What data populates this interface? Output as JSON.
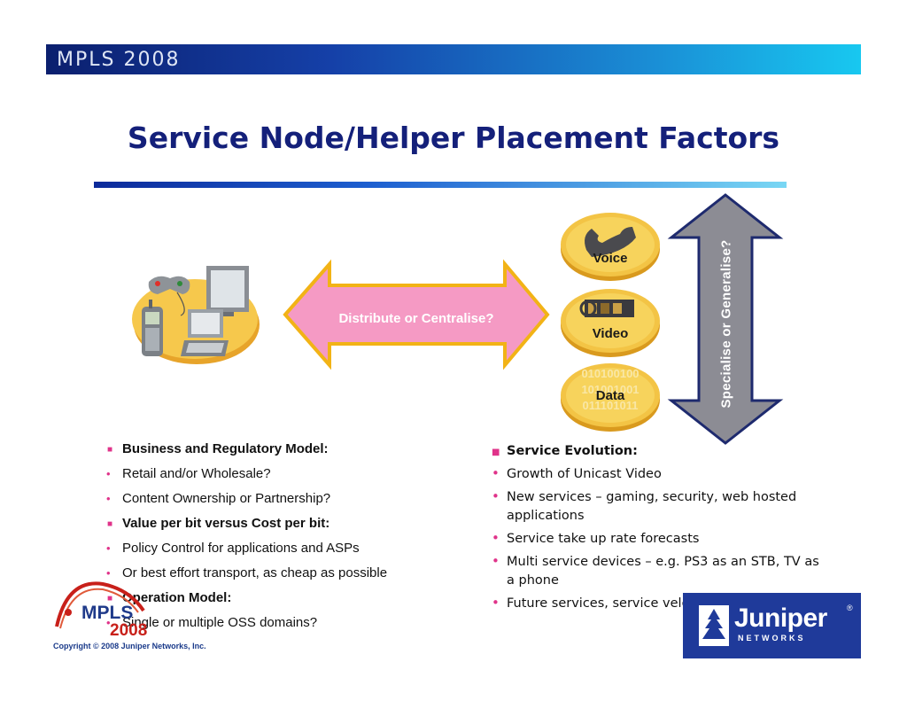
{
  "header": {
    "banner_text": "MPLS 2008"
  },
  "slide": {
    "title": "Service Node/Helper Placement Factors"
  },
  "diagram": {
    "horizontal_arrow_label": "Distribute or Centralise?",
    "vertical_arrow_label": "Specialise or Generalise?",
    "services": [
      "Voice",
      "Video",
      "Data"
    ],
    "colors": {
      "pink_arrow": "#f59ac4",
      "grey_arrow": "#8c8c94",
      "gold": "#f3c445",
      "navy": "#14207a"
    }
  },
  "left_column": {
    "items": [
      {
        "type": "head",
        "text": "Business and Regulatory Model:"
      },
      {
        "type": "sub",
        "text": "Retail and/or Wholesale?"
      },
      {
        "type": "sub",
        "text": "Content Ownership or Partnership?"
      },
      {
        "type": "head",
        "text": "Value per bit versus Cost per bit:"
      },
      {
        "type": "sub",
        "text": "Policy Control for applications and ASPs"
      },
      {
        "type": "sub",
        "text": "Or best effort transport, as cheap as possible"
      },
      {
        "type": "head",
        "text": "Operation Model:"
      },
      {
        "type": "sub",
        "text": "Single or multiple OSS domains?"
      }
    ]
  },
  "right_column": {
    "items": [
      {
        "type": "head",
        "text": "Service Evolution:"
      },
      {
        "type": "sub",
        "text": "Growth of Unicast Video"
      },
      {
        "type": "sub",
        "text": "New services – gaming, security, web hosted applications"
      },
      {
        "type": "sub",
        "text": "Service take up rate forecasts"
      },
      {
        "type": "sub",
        "text": "Multi service devices – e.g. PS3 as an STB, TV as a phone"
      },
      {
        "type": "sub",
        "text": "Future services, service velocity"
      }
    ]
  },
  "footer": {
    "copyright": "Copyright © 2008 Juniper Networks, Inc.",
    "event_logo": {
      "line1": "MPLS",
      "line2": "2008"
    },
    "brand_logo": {
      "name": "Juniper",
      "tagline": "NETWORKS",
      "reg": "®"
    }
  }
}
